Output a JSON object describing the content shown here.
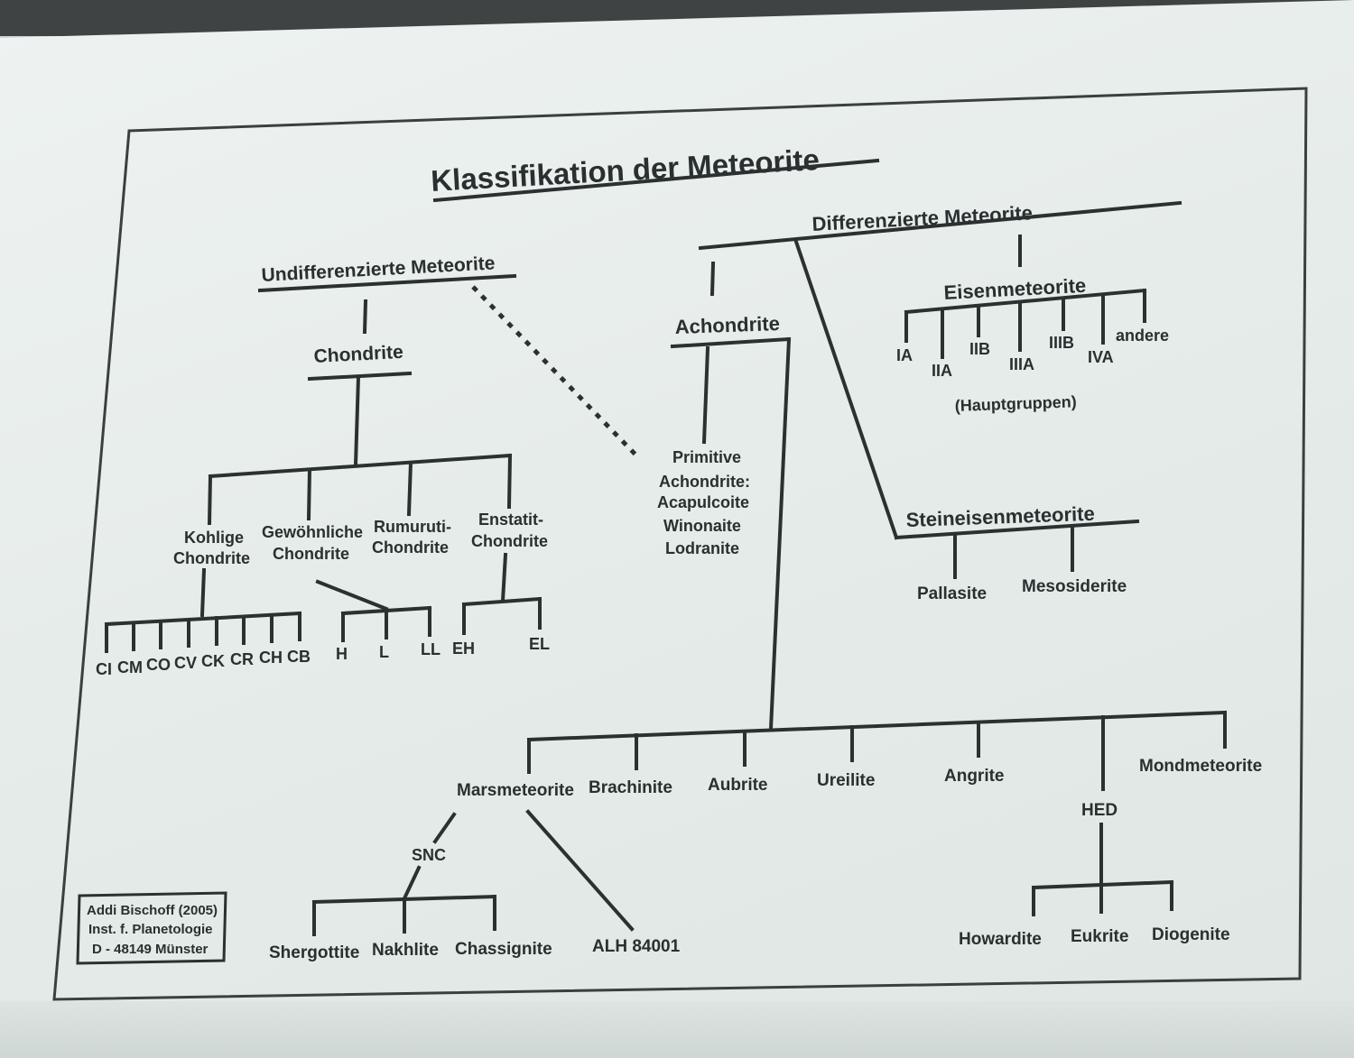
{
  "title": "Klassifikation der Meteorite",
  "undiff": "Undifferenzierte Meteorite",
  "diff": "Differenzierte Meteorite",
  "chondrite": "Chondrite",
  "chondrite_groups": {
    "kohlige_1": "Kohlige",
    "kohlige_2": "Chondrite",
    "gewoehn_1": "Gewöhnliche",
    "gewoehn_2": "Chondrite",
    "rumuruti_1": "Rumuruti-",
    "rumuruti_2": "Chondrite",
    "enstatit_1": "Enstatit-",
    "enstatit_2": "Chondrite"
  },
  "carbonaceous": [
    "CI",
    "CM",
    "CO",
    "CV",
    "CK",
    "CR",
    "CH",
    "CB"
  ],
  "ordinary": [
    "H",
    "L",
    "LL"
  ],
  "enstatite": [
    "EH",
    "EL"
  ],
  "achondrite": "Achondrite",
  "primitive": [
    "Primitive",
    "Achondrite:",
    "Acapulcoite",
    "Winonaite",
    "Lodranite"
  ],
  "eisen": "Eisenmeteorite",
  "iron_groups": [
    "IA",
    "IIA",
    "IIB",
    "IIIA",
    "IIIB",
    "IVA",
    "andere"
  ],
  "hauptgruppen": "(Hauptgruppen)",
  "steineisen": "Steineisenmeteorite",
  "pallasite": "Pallasite",
  "mesosiderite": "Mesosiderite",
  "achondrite_groups": [
    "Marsmeteorite",
    "Brachinite",
    "Aubrite",
    "Ureilite",
    "Angrite",
    "HED",
    "Mondmeteorite"
  ],
  "snc": "SNC",
  "snc_groups": [
    "Shergottite",
    "Nakhlite",
    "Chassignite"
  ],
  "alh": "ALH 84001",
  "hed_groups": [
    "Howardite",
    "Eukrite",
    "Diogenite"
  ],
  "credit": [
    "Addi Bischoff (2005)",
    "Inst. f. Planetologie",
    "D - 48149 Münster"
  ]
}
